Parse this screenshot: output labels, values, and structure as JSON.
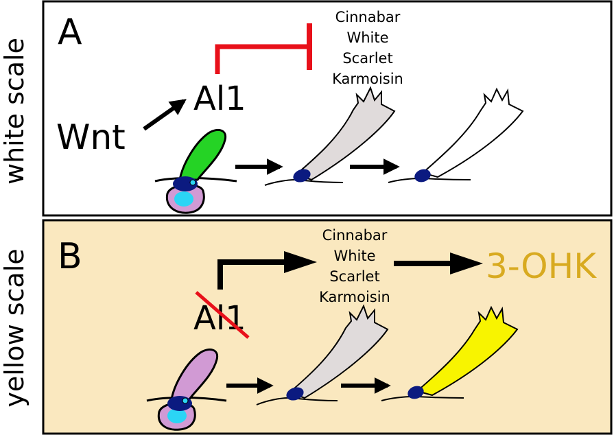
{
  "side_labels": {
    "top": "white scale",
    "bottom": "yellow scale"
  },
  "panel_a": {
    "letter": "A",
    "regulator": "Al1",
    "signal": "Wnt",
    "genes": [
      "Cinnabar",
      "White",
      "Scarlet",
      "Karmoisin"
    ],
    "background": "#ffffff"
  },
  "panel_b": {
    "letter": "B",
    "regulator": "Al1",
    "genes": [
      "Cinnabar",
      "White",
      "Scarlet",
      "Karmoisin"
    ],
    "product": "3-OHK",
    "background": "#fae8bf"
  },
  "colors": {
    "inhibition": "#e8101a",
    "product": "#d8aa20",
    "wnt_cell": "#25d325",
    "cell_body": "#d19ad4",
    "nucleus": "#2bd5f5",
    "base": "#0b1a80",
    "scale_grey": "#e0dbdb",
    "scale_yellow": "#f8f400",
    "knockout": "#e8101a"
  }
}
